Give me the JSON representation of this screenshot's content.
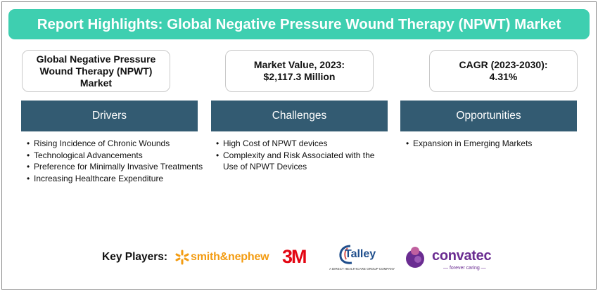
{
  "banner": {
    "title": "Report Highlights: Global Negative Pressure Wound Therapy (NPWT) Market"
  },
  "kpis": [
    {
      "line1": "Global Negative Pressure",
      "line2": "Wound Therapy (NPWT)",
      "line3": "Market"
    },
    {
      "line1": "Market Value, 2023:",
      "line2": "$2,117.3 Million"
    },
    {
      "line1": "CAGR (2023-2030):",
      "line2": "4.31%"
    }
  ],
  "sections": {
    "drivers": {
      "title": "Drivers",
      "items": [
        "Rising Incidence of Chronic Wounds",
        "Technological Advancements",
        "Preference for Minimally Invasive Treatments",
        "Increasing Healthcare Expenditure"
      ]
    },
    "challenges": {
      "title": "Challenges",
      "items": [
        "High Cost of NPWT devices",
        "Complexity and Risk Associated with the Use of NPWT Devices"
      ]
    },
    "opportunities": {
      "title": "Opportunities",
      "items": [
        "Expansion in Emerging Markets"
      ]
    }
  },
  "key_players": {
    "label": "Key Players:",
    "logos": [
      {
        "name": "smith&nephew",
        "icon": "smith-nephew-star-logo"
      },
      {
        "name": "3M",
        "icon": "3m-logo"
      },
      {
        "name": "Talley",
        "tagline": "A DIRECT HEALTHCARE GROUP COMPANY",
        "icon": "talley-logo"
      },
      {
        "name": "convatec",
        "tagline": "— forever caring —",
        "icon": "convatec-logo"
      }
    ]
  },
  "colors": {
    "banner": "#3ecfb0",
    "header": "#335b72",
    "smith_nephew": "#f39c12",
    "three_m": "#e30613",
    "talley": "#1f4e8c",
    "convatec": "#6a2c91"
  }
}
